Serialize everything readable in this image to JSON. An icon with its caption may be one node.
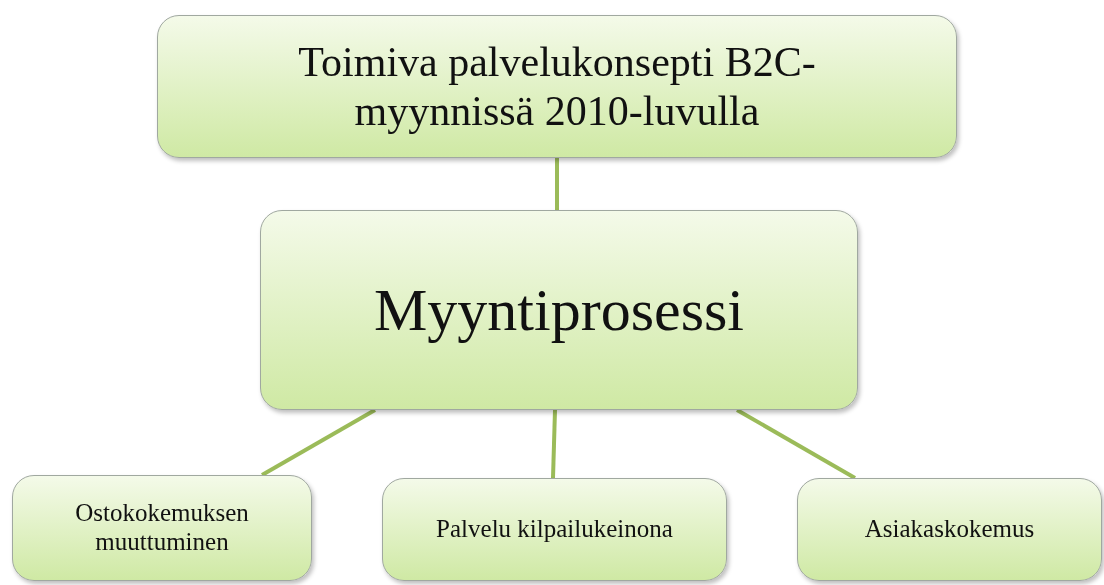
{
  "diagram": {
    "nodes": [
      {
        "text": [
          "Toimiva palvelukonsepti B2C-myynnissä 2010-luvulla"
        ]
      },
      {
        "text": [
          "Myyntiprosessi"
        ]
      },
      {
        "text": [
          "Ostokokemuksen muuttuminen"
        ]
      },
      {
        "text": [
          "Palvelu kilpailukeinona"
        ]
      },
      {
        "text": [
          "Asiakaskokemus"
        ]
      }
    ],
    "edges": [
      {
        "from": 0,
        "to": 1,
        "arrow": "none"
      },
      {
        "from": 1,
        "to": 2,
        "arrow": "none"
      },
      {
        "from": 1,
        "to": 3,
        "arrow": "none"
      },
      {
        "from": 1,
        "to": 4,
        "arrow": "none"
      }
    ]
  }
}
